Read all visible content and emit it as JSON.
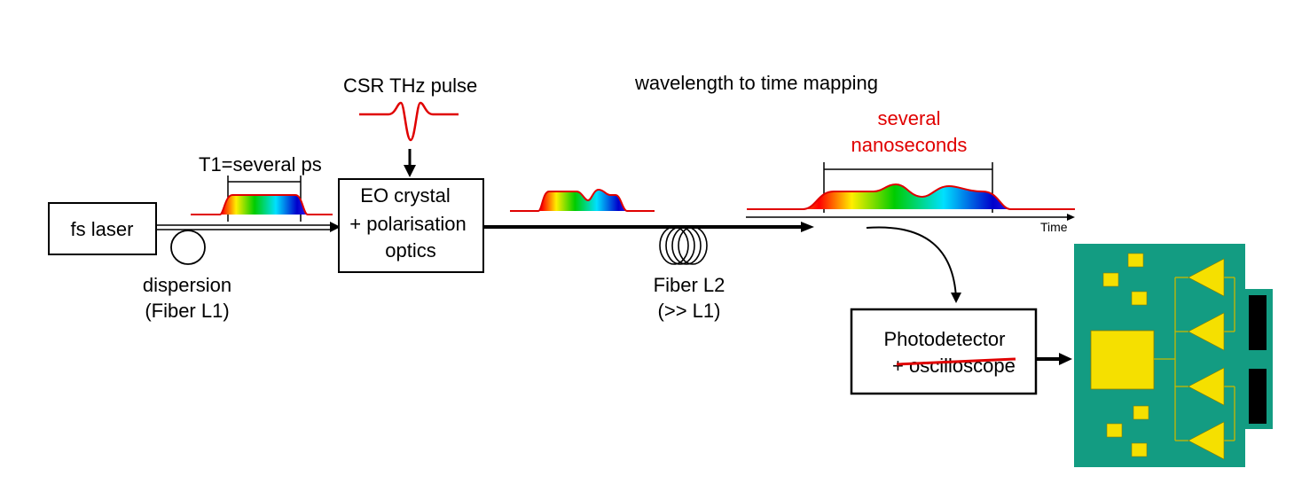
{
  "labels": {
    "thz_pulse": "CSR THz pulse",
    "mapping": "wavelength to time mapping",
    "several_line1": "several",
    "several_line2": "nanoseconds",
    "t1": "T1=several ps",
    "fs_laser": "fs laser",
    "eo_line1": "EO crystal",
    "eo_line2": "+ polarisation",
    "eo_line3": "optics",
    "dispersion_line1": "dispersion",
    "dispersion_line2": "(Fiber L1)",
    "fiber2_line1": "Fiber L2",
    "fiber2_line2": "(>> L1)",
    "time_axis": "Time",
    "photo_line1": "Photodetector",
    "photo_line2_prefix": "+ ",
    "photo_line2_struck": "oscilloscope"
  },
  "colors": {
    "accent_red": "#e00000",
    "board_green": "#139c82",
    "chip_yellow": "#f5e000",
    "connector_black": "#000000"
  },
  "icons": {
    "board": "circuit-board-icon",
    "fiber_coil": "fiber-coil-icon",
    "spectrum": "rainbow-spectrum-pulse"
  }
}
